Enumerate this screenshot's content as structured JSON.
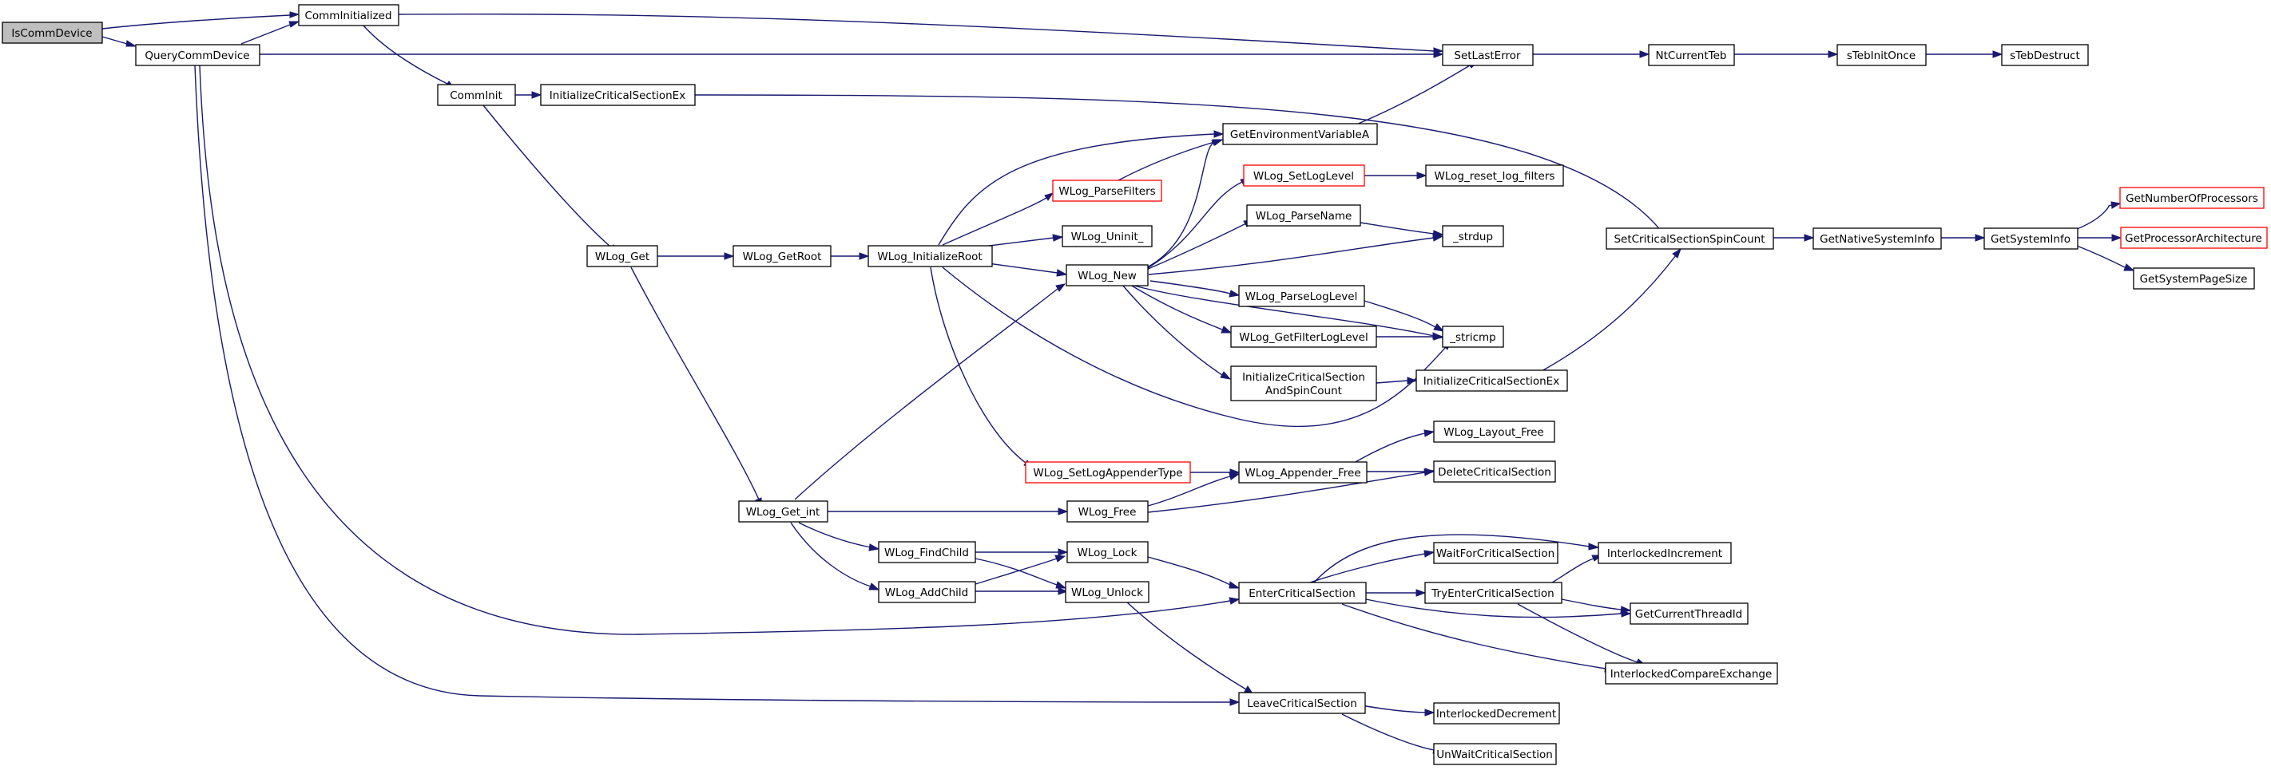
{
  "colors": {
    "edge": "#191970",
    "root_fill": "#bfbfbf",
    "truncated_border": "#ff0000"
  },
  "nodes": {
    "IsCommDevice": {
      "label": "IsCommDevice"
    },
    "CommInitialized": {
      "label": "CommInitialized"
    },
    "QueryCommDevice": {
      "label": "QueryCommDevice"
    },
    "SetLastError": {
      "label": "SetLastError"
    },
    "CommInit": {
      "label": "CommInit"
    },
    "InitializeCriticalSectionEx1": {
      "label": "InitializeCriticalSectionEx"
    },
    "WLog_Get": {
      "label": "WLog_Get"
    },
    "WLog_GetRoot": {
      "label": "WLog_GetRoot"
    },
    "WLog_InitializeRoot": {
      "label": "WLog_InitializeRoot"
    },
    "WLog_Get_int": {
      "label": "WLog_Get_int"
    },
    "WLog_New": {
      "label": "WLog_New"
    },
    "WLog_Free": {
      "label": "WLog_Free"
    },
    "WLog_FindChild": {
      "label": "WLog_FindChild"
    },
    "WLog_AddChild": {
      "label": "WLog_AddChild"
    },
    "WLog_Lock": {
      "label": "WLog_Lock"
    },
    "WLog_Unlock": {
      "label": "WLog_Unlock"
    },
    "WLog_ParseFilters": {
      "label": "WLog_ParseFilters"
    },
    "WLog_Uninit_": {
      "label": "WLog_Uninit_"
    },
    "WLog_SetLogAppenderType": {
      "label": "WLog_SetLogAppenderType"
    },
    "GetEnvironmentVariableA": {
      "label": "GetEnvironmentVariableA"
    },
    "WLog_SetLogLevel": {
      "label": "WLog_SetLogLevel"
    },
    "WLog_reset_log_filters": {
      "label": "WLog_reset_log_filters"
    },
    "WLog_ParseName": {
      "label": "WLog_ParseName"
    },
    "_strdup": {
      "label": "_strdup"
    },
    "WLog_ParseLogLevel": {
      "label": "WLog_ParseLogLevel"
    },
    "WLog_GetFilterLogLevel": {
      "label": "WLog_GetFilterLogLevel"
    },
    "_stricmp": {
      "label": "_stricmp"
    },
    "InitializeCriticalSectionAndSpinCount": {
      "label1": "InitializeCriticalSection",
      "label2": "AndSpinCount"
    },
    "InitializeCriticalSectionEx2": {
      "label": "InitializeCriticalSectionEx"
    },
    "WLog_Appender_Free": {
      "label": "WLog_Appender_Free"
    },
    "WLog_Layout_Free": {
      "label": "WLog_Layout_Free"
    },
    "DeleteCriticalSection": {
      "label": "DeleteCriticalSection"
    },
    "EnterCriticalSection": {
      "label": "EnterCriticalSection"
    },
    "WaitForCriticalSection": {
      "label": "WaitForCriticalSection"
    },
    "TryEnterCriticalSection": {
      "label": "TryEnterCriticalSection"
    },
    "InterlockedIncrement": {
      "label": "InterlockedIncrement"
    },
    "GetCurrentThreadId": {
      "label": "GetCurrentThreadId"
    },
    "InterlockedCompareExchange": {
      "label": "InterlockedCompareExchange"
    },
    "LeaveCriticalSection": {
      "label": "LeaveCriticalSection"
    },
    "InterlockedDecrement": {
      "label": "InterlockedDecrement"
    },
    "UnWaitCriticalSection": {
      "label": "UnWaitCriticalSection"
    },
    "NtCurrentTeb": {
      "label": "NtCurrentTeb"
    },
    "sTebInitOnce": {
      "label": "sTebInitOnce"
    },
    "sTebDestruct": {
      "label": "sTebDestruct"
    },
    "SetCriticalSectionSpinCount": {
      "label": "SetCriticalSectionSpinCount"
    },
    "GetNativeSystemInfo": {
      "label": "GetNativeSystemInfo"
    },
    "GetSystemInfo": {
      "label": "GetSystemInfo"
    },
    "GetNumberOfProcessors": {
      "label": "GetNumberOfProcessors"
    },
    "GetProcessorArchitecture": {
      "label": "GetProcessorArchitecture"
    },
    "GetSystemPageSize": {
      "label": "GetSystemPageSize"
    }
  }
}
